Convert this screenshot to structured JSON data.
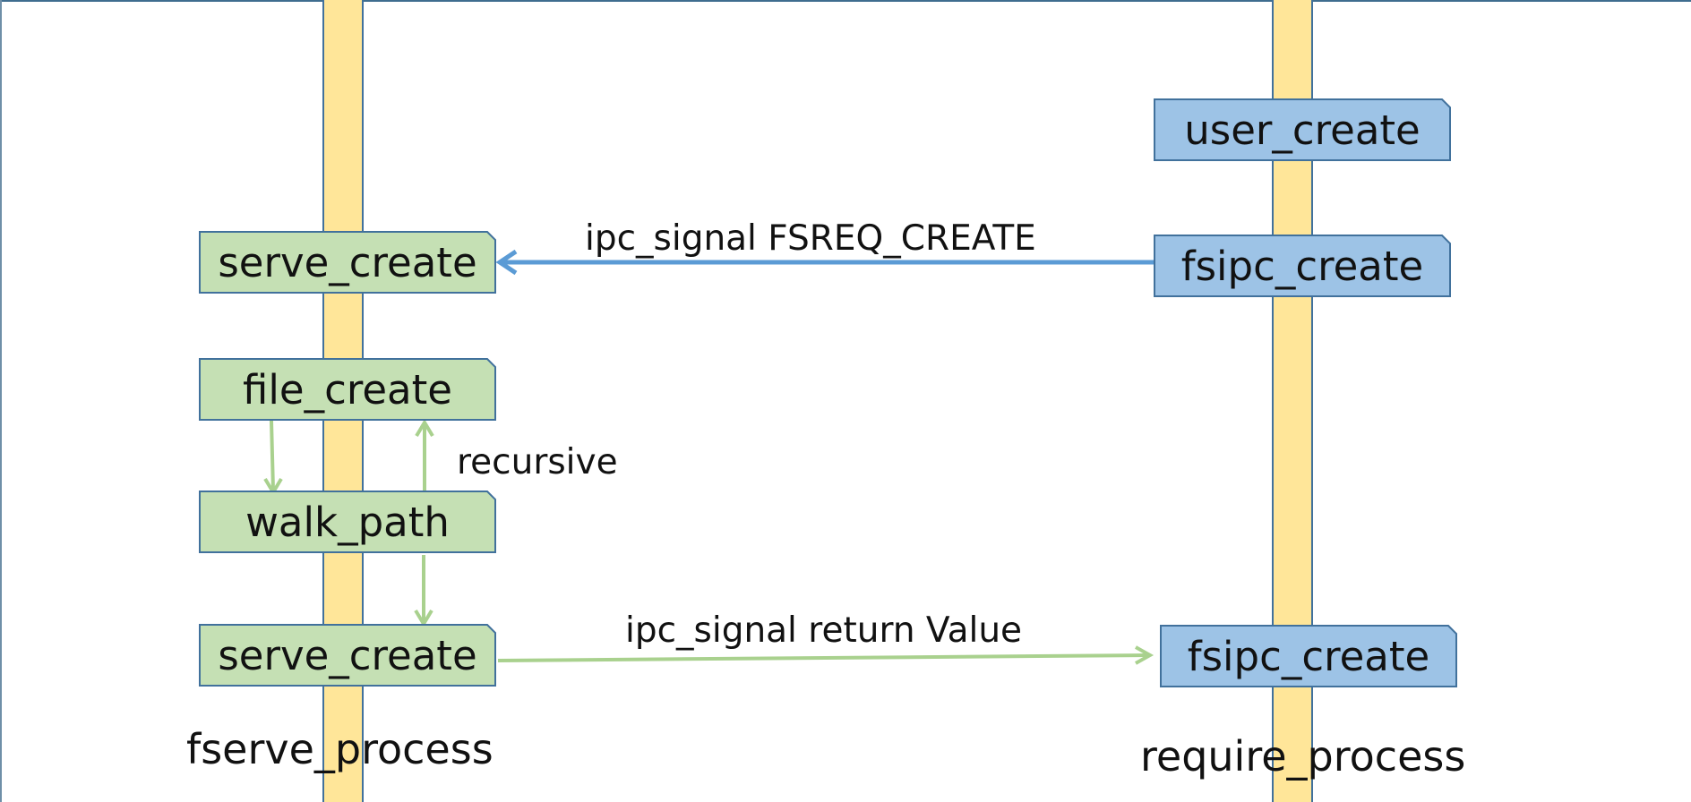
{
  "colors": {
    "lifeline_fill": "#ffe699",
    "lifeline_border": "#41719c",
    "fs_box_fill": "#c5e0b4",
    "req_box_fill": "#9dc3e6",
    "box_border": "#41719c",
    "request_arrow": "#5b9bd5",
    "return_arrow": "#a9d18e"
  },
  "lifelines": {
    "left": {
      "name": "fserve_process"
    },
    "right": {
      "name": "require_process"
    }
  },
  "boxes": {
    "user_create": "user_create",
    "fsipc_create_request": "fsipc_create",
    "serve_create_request": "serve_create",
    "file_create": "file_create",
    "walk_path": "walk_path",
    "serve_create_return": "serve_create",
    "fsipc_create_return": "fsipc_create"
  },
  "messages": {
    "request": "ipc_signal FSREQ_CREATE",
    "return": "ipc_signal return Value",
    "recursive": "recursive"
  }
}
